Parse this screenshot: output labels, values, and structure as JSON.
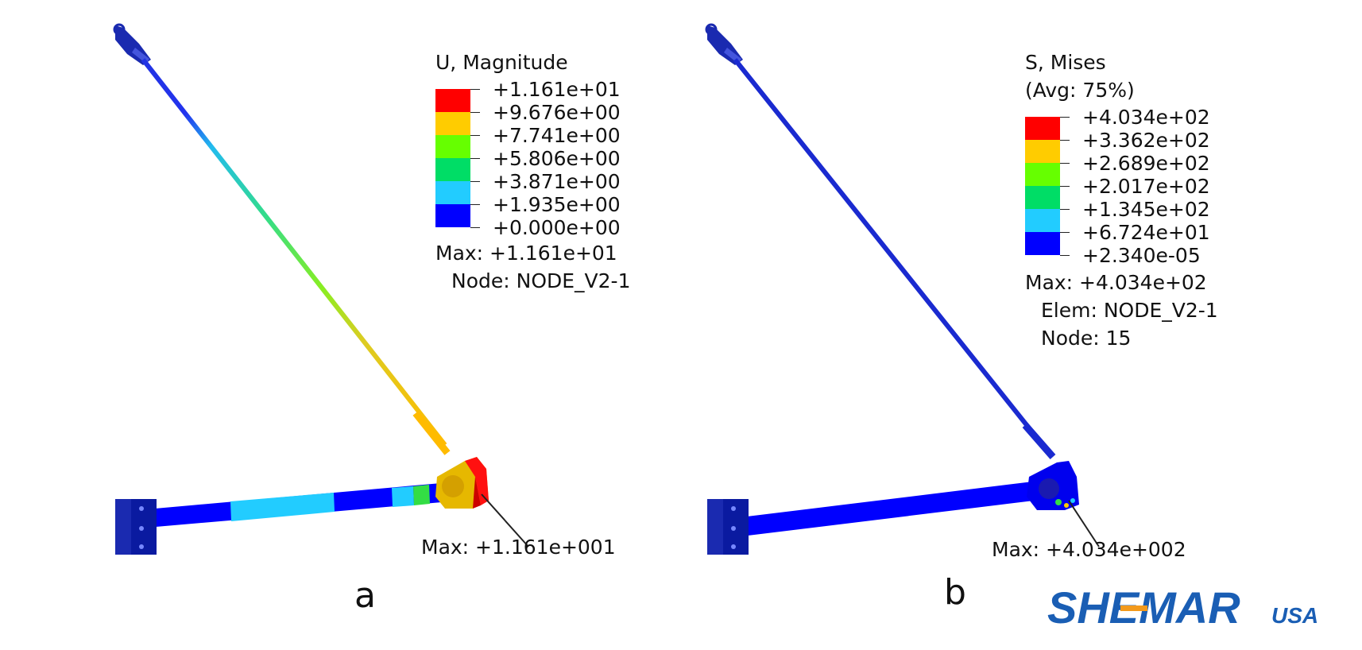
{
  "panel_a": {
    "label": "a",
    "legend": {
      "title_lines": [
        "U, Magnitude"
      ],
      "values": [
        "+1.161e+01",
        "+9.676e+00",
        "+7.741e+00",
        "+5.806e+00",
        "+3.871e+00",
        "+1.935e+00",
        "+0.000e+00"
      ],
      "colors": [
        "#ff0000",
        "#ffcc00",
        "#66ff00",
        "#00dd66",
        "#22ccff",
        "#0000ff"
      ],
      "info_lines": [
        "Max: +1.161e+01",
        "Node: NODE_V2-1"
      ]
    },
    "max_label": "Max: +1.161e+001"
  },
  "panel_b": {
    "label": "b",
    "legend": {
      "title_lines": [
        "S, Mises",
        "(Avg: 75%)"
      ],
      "values": [
        "+4.034e+02",
        "+3.362e+02",
        "+2.689e+02",
        "+2.017e+02",
        "+1.345e+02",
        "+6.724e+01",
        "+2.340e-05"
      ],
      "colors": [
        "#ff0000",
        "#ffcc00",
        "#66ff00",
        "#00dd66",
        "#22ccff",
        "#0000ff"
      ],
      "info_lines": [
        "Max: +4.034e+02",
        "Elem: NODE_V2-1",
        "Node: 15"
      ]
    },
    "max_label": "Max: +4.034e+002"
  },
  "logo": {
    "text": "SHEMAR",
    "suffix": "USA",
    "colors": {
      "blue": "#1a5eb4",
      "orange": "#f39a1c"
    }
  }
}
